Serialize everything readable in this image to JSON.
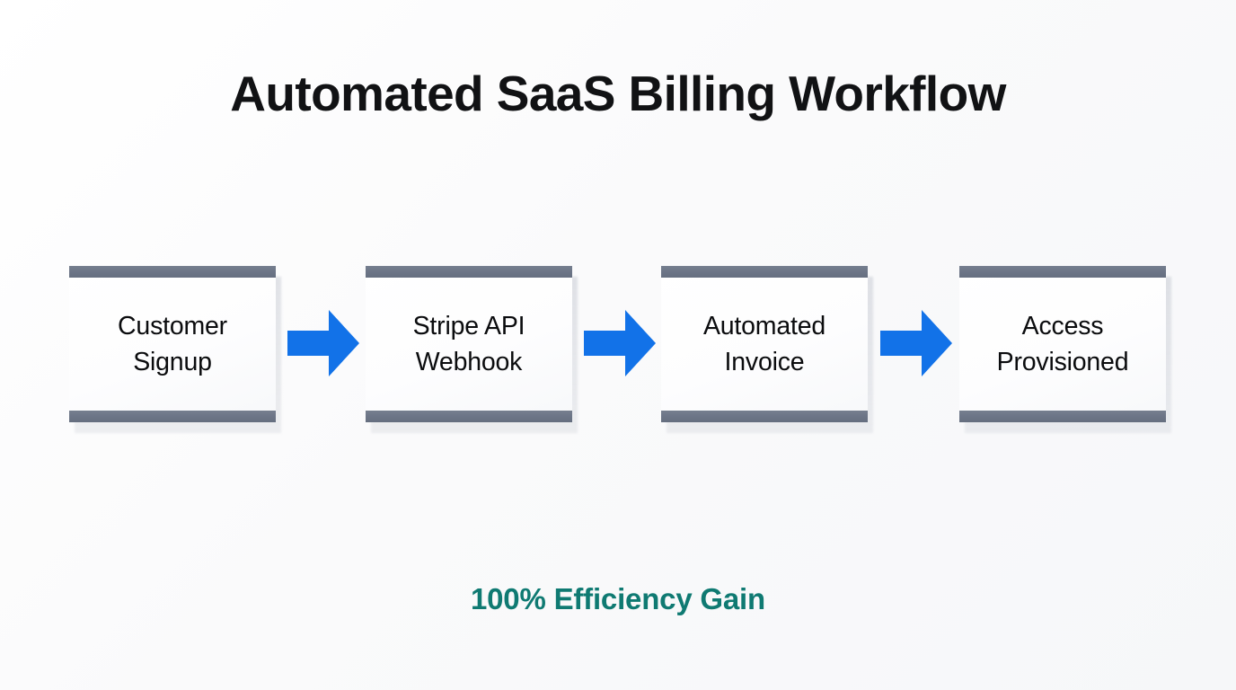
{
  "title": "Automated SaaS Billing Workflow",
  "caption": "100% Efficiency Gain",
  "colors": {
    "background": "#fafbfc",
    "card_fill": "#ffffff",
    "card_bar": "#6b7486",
    "arrow": "#1272e8",
    "title_text": "#111214",
    "node_text": "#0b0c0e",
    "caption_text": "#0f7a72"
  },
  "diagram": {
    "type": "flowchart",
    "orientation": "left-to-right",
    "node_count": 4,
    "connector_count": 3,
    "nodes": [
      {
        "id": "customer-signup",
        "label": "Customer\nSignup",
        "line1": "Customer",
        "line2": "Signup",
        "step": 1
      },
      {
        "id": "stripe-api-webhook",
        "label": "Stripe API\nWebhook",
        "line1": "Stripe API",
        "line2": "Webhook",
        "step": 2
      },
      {
        "id": "automated-invoice",
        "label": "Automated\nInvoice",
        "line1": "Automated",
        "line2": "Invoice",
        "step": 3
      },
      {
        "id": "access-provisioned",
        "label": "Access\nProvisioned",
        "line1": "Access",
        "line2": "Provisioned",
        "step": 4
      }
    ],
    "connectors": [
      {
        "from": "customer-signup",
        "to": "stripe-api-webhook",
        "icon": "right-arrow-icon"
      },
      {
        "from": "stripe-api-webhook",
        "to": "automated-invoice",
        "icon": "right-arrow-icon"
      },
      {
        "from": "automated-invoice",
        "to": "access-provisioned",
        "icon": "right-arrow-icon"
      }
    ]
  }
}
